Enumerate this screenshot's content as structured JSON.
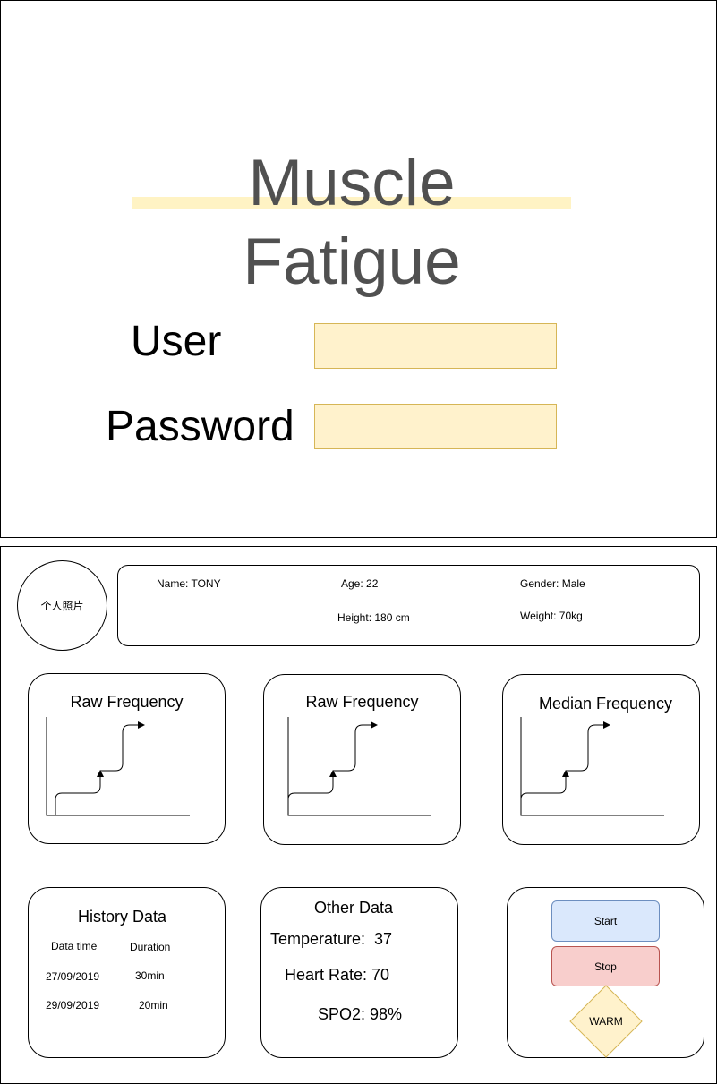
{
  "login": {
    "title": "Muscle Fatigue",
    "user_label": "User",
    "password_label": "Password",
    "user_value": "",
    "password_value": ""
  },
  "profile": {
    "photo_label": "个人照片",
    "name": "Name: TONY",
    "age": "Age: 22",
    "gender": "Gender: Male",
    "height": "Height: 180 cm",
    "weight": "Weight: 70kg"
  },
  "charts": [
    {
      "title": "Raw Frequency"
    },
    {
      "title": "Raw Frequency"
    },
    {
      "title": "Median Frequency"
    }
  ],
  "history": {
    "title": "History Data",
    "headers": [
      "Data time",
      "Duration"
    ],
    "rows": [
      {
        "date": "27/09/2019",
        "duration": "30min"
      },
      {
        "date": "29/09/2019",
        "duration": "20min"
      }
    ]
  },
  "other": {
    "title": "Other Data",
    "temperature": "Temperature:  37",
    "heart_rate": "Heart Rate: 70",
    "spo2": "SPO2: 98%"
  },
  "controls": {
    "start_label": "Start",
    "stop_label": "Stop",
    "warm_label": "WARM",
    "start_color": "#dae8fc",
    "stop_color": "#f8cecc",
    "warm_color": "#fff2cc"
  }
}
